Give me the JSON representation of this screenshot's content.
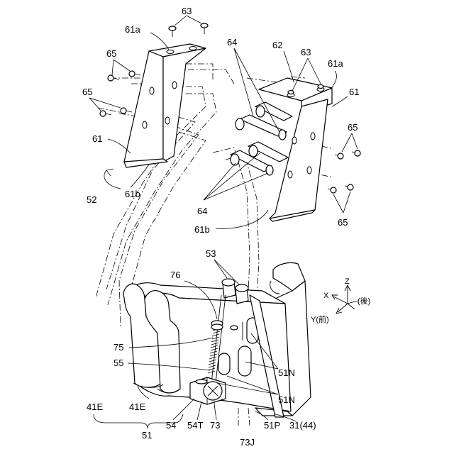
{
  "labels": {
    "l63a": "63",
    "l61a_left": "61a",
    "l65_l1": "65",
    "l65_l2": "65",
    "l61_left": "61",
    "l52": "52",
    "l61b_left": "61b",
    "l64_top": "64",
    "l62": "62",
    "l63b": "63",
    "l61a_right": "61a",
    "l61_right": "61",
    "l65_r1": "65",
    "l64_bottom": "64",
    "l61b_right": "61b",
    "l65_r2": "65",
    "l53": "53",
    "l76": "76",
    "l75": "75",
    "l55": "55",
    "l51N_1": "51N",
    "l51N_2": "51N",
    "l41E_1": "41E",
    "l41E_2": "41E",
    "l51": "51",
    "l54": "54",
    "l54T": "54T",
    "l73": "73",
    "l51P": "51P",
    "l31": "31(44)",
    "l73J": "73J"
  },
  "axes": {
    "x_label": "X",
    "z_label": "Z",
    "rear_label": "(後)",
    "y_label": "Y(前)"
  }
}
